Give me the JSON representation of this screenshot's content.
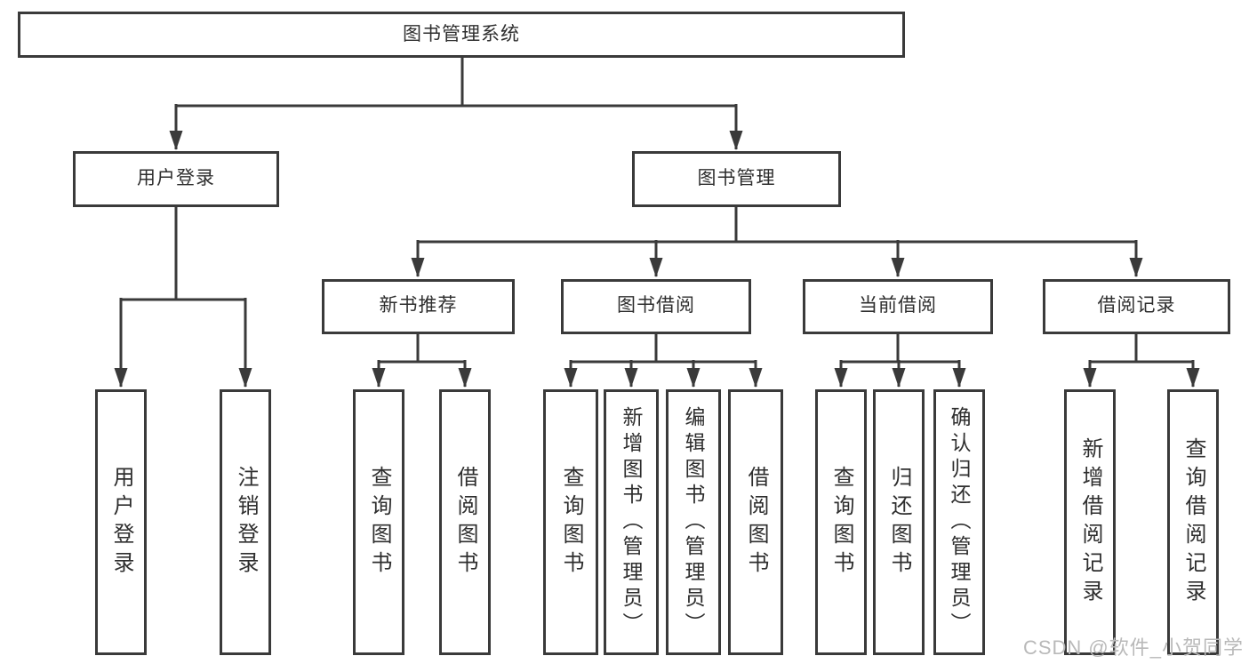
{
  "diagram": {
    "type": "hierarchy-tree",
    "tree": {
      "root": {
        "label": "图书管理系统",
        "children": [
          {
            "label": "用户登录",
            "children": [
              {
                "label": "用户登录"
              },
              {
                "label": "注销登录"
              }
            ]
          },
          {
            "label": "图书管理",
            "children": [
              {
                "label": "新书推荐",
                "children": [
                  {
                    "label": "查询图书"
                  },
                  {
                    "label": "借阅图书"
                  }
                ]
              },
              {
                "label": "图书借阅",
                "children": [
                  {
                    "label": "查询图书"
                  },
                  {
                    "label": "新增图书（管理员）"
                  },
                  {
                    "label": "编辑图书（管理员）"
                  },
                  {
                    "label": "借阅图书"
                  }
                ]
              },
              {
                "label": "当前借阅",
                "children": [
                  {
                    "label": "查询图书"
                  },
                  {
                    "label": "归还图书"
                  },
                  {
                    "label": "确认归还（管理员）"
                  }
                ]
              },
              {
                "label": "借阅记录",
                "children": [
                  {
                    "label": "新增借阅记录"
                  },
                  {
                    "label": "查询借阅记录"
                  }
                ]
              }
            ]
          }
        ]
      }
    }
  },
  "watermark": {
    "text": "CSDN @软件_小贺同学"
  },
  "colors": {
    "line_color": "#3a3a3a",
    "text_color": "#2e2e2e",
    "box_bg": "#ffffff",
    "watermark_color": "#b9b9b9"
  }
}
